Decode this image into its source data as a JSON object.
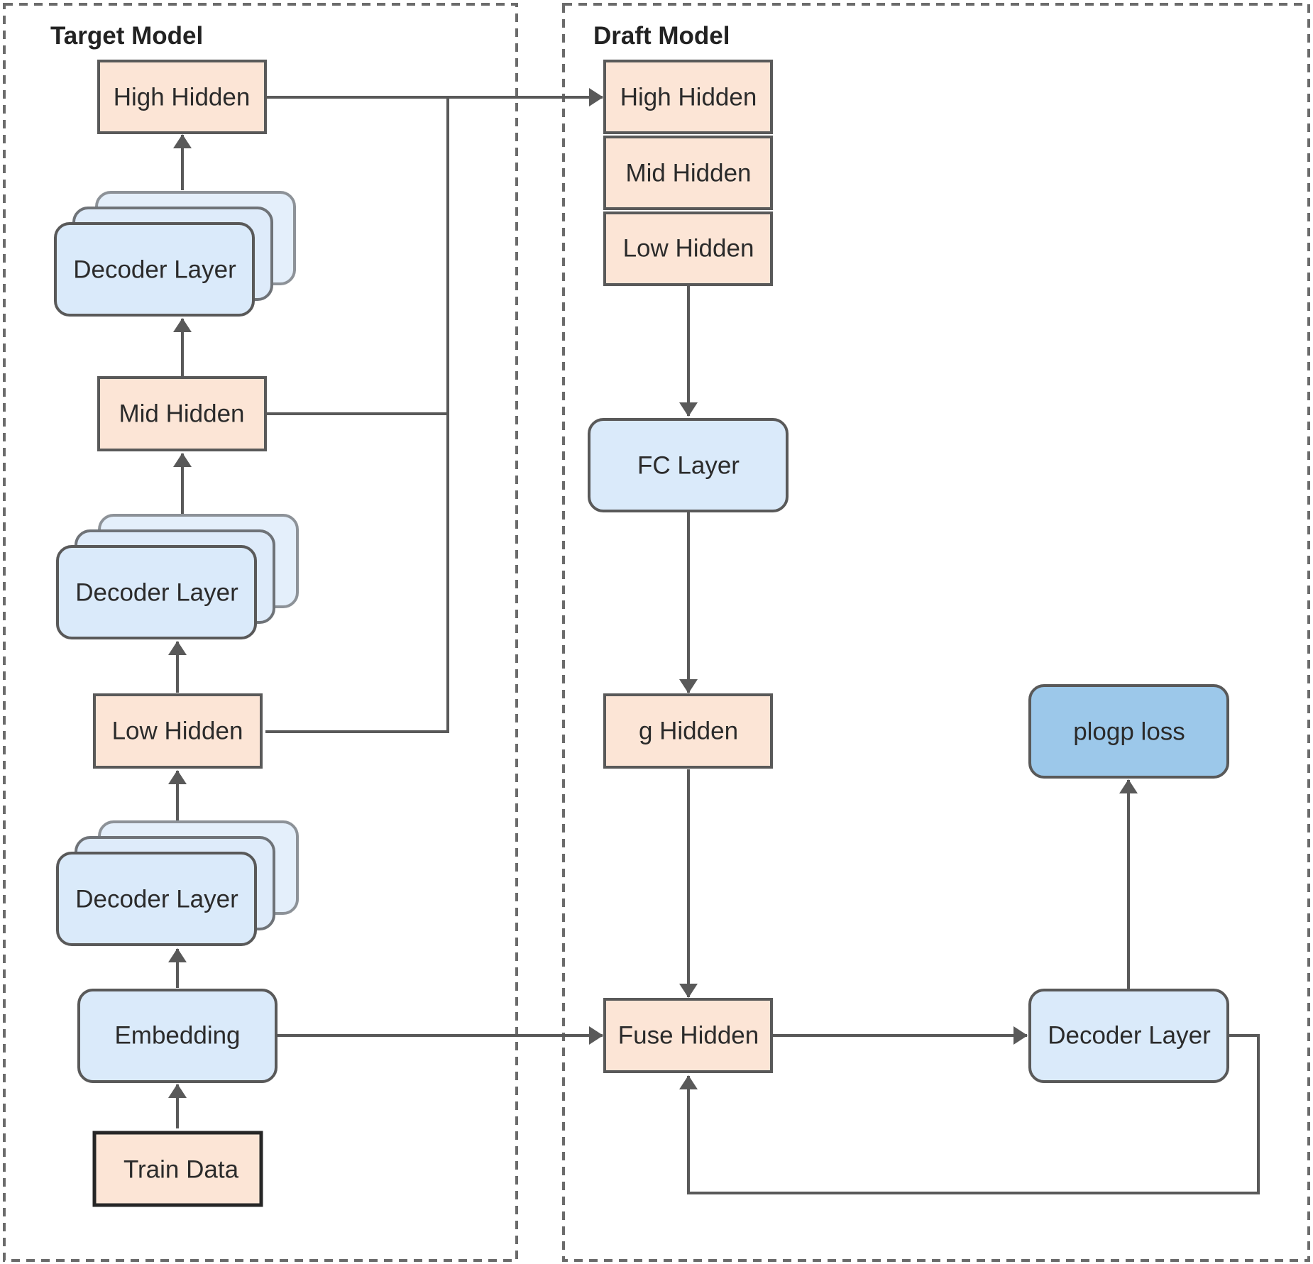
{
  "panels": {
    "target": {
      "title": "Target Model"
    },
    "draft": {
      "title": "Draft Model"
    }
  },
  "target": {
    "high_hidden": "High Hidden",
    "decoder_top": "Decoder Layer",
    "mid_hidden": "Mid Hidden",
    "decoder_mid": "Decoder Layer",
    "low_hidden": "Low Hidden",
    "decoder_bottom": "Decoder Layer",
    "embedding": "Embedding",
    "train_data": "Train Data"
  },
  "draft": {
    "high_hidden": "High Hidden",
    "mid_hidden": "Mid Hidden",
    "low_hidden": "Low Hidden",
    "fc_layer": "FC Layer",
    "g_hidden": "g Hidden",
    "fuse_hidden": "Fuse Hidden",
    "decoder_layer": "Decoder Layer",
    "loss": "plogp loss"
  },
  "colors": {
    "hidden_fill": "#fce5d6",
    "layer_fill": "#daeafa",
    "loss_fill": "#9cc8ea",
    "stroke": "#595959"
  }
}
